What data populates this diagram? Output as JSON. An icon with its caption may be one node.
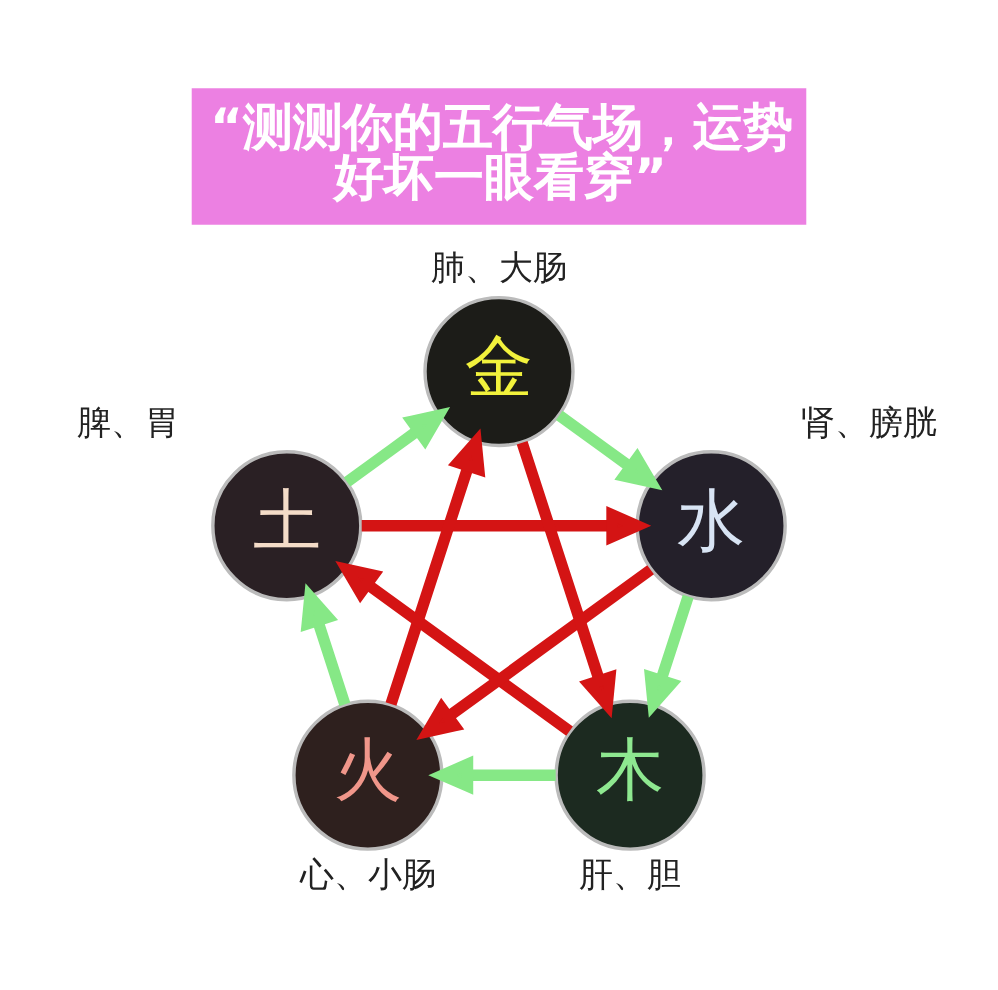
{
  "diagram": {
    "title": "“测测你的五行气场，运势好坏一眼看穿”",
    "nodes": [
      {
        "text": [
          "金"
        ],
        "beside": [
          "肺、大肠"
        ]
      },
      {
        "text": [
          "土"
        ],
        "beside": [
          "脾、胃"
        ]
      },
      {
        "text": [
          "水"
        ],
        "beside": [
          "肾、膀胱"
        ]
      },
      {
        "text": [
          "火"
        ],
        "beside": [
          "心、小肠"
        ]
      },
      {
        "text": [
          "木"
        ],
        "beside": [
          "肝、胆"
        ]
      }
    ],
    "edges": [
      {
        "from": 0,
        "to": 4,
        "arrow": "to",
        "color": "#d41414"
      },
      {
        "from": 4,
        "to": 1,
        "arrow": "to",
        "color": "#d41414"
      },
      {
        "from": 1,
        "to": 2,
        "arrow": "to",
        "color": "#d41414"
      },
      {
        "from": 2,
        "to": 3,
        "arrow": "to",
        "color": "#d41414"
      },
      {
        "from": 3,
        "to": 0,
        "arrow": "to",
        "color": "#d41414"
      },
      {
        "from": 0,
        "to": 2,
        "arrow": "to",
        "color": "#86e886"
      },
      {
        "from": 2,
        "to": 4,
        "arrow": "to",
        "color": "#86e886"
      },
      {
        "from": 4,
        "to": 3,
        "arrow": "to",
        "color": "#86e886"
      },
      {
        "from": 3,
        "to": 1,
        "arrow": "to",
        "color": "#86e886"
      },
      {
        "from": 1,
        "to": 0,
        "arrow": "to",
        "color": "#86e886"
      }
    ]
  }
}
